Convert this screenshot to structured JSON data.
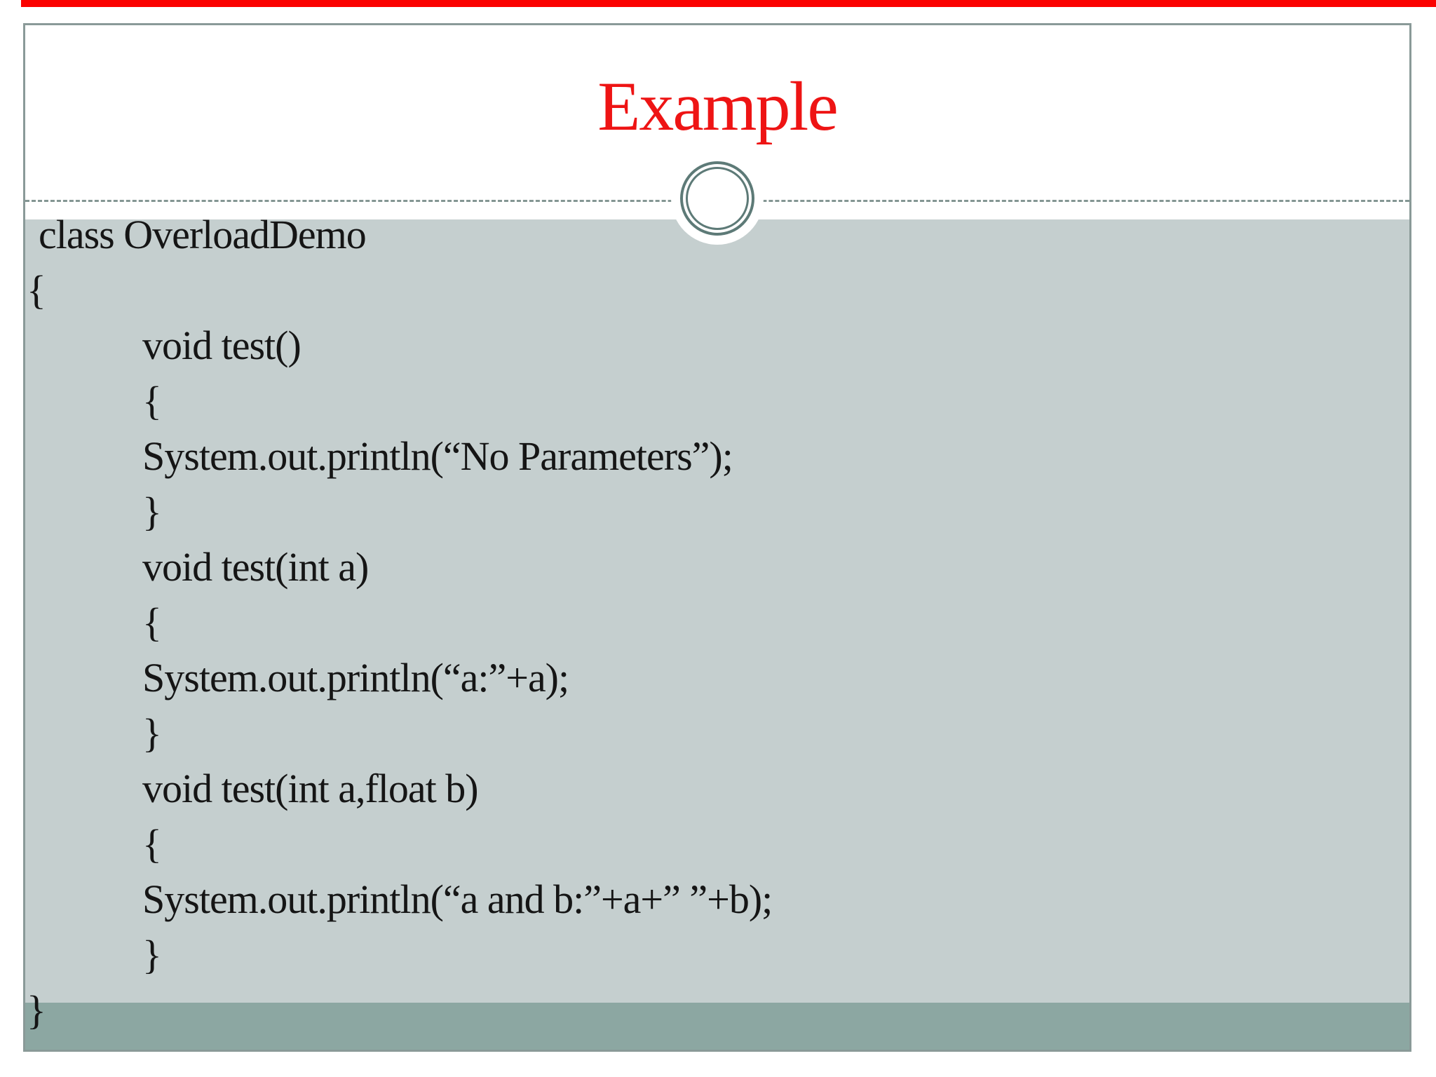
{
  "slide": {
    "title": "Example",
    "code_lines": [
      {
        "text": "class OverloadDemo",
        "indent": "outer-text"
      },
      {
        "text": "{",
        "indent": "outer"
      },
      {
        "text": "void test()",
        "indent": "inner"
      },
      {
        "text": "{",
        "indent": "inner"
      },
      {
        "text": "System.out.println(“No Parameters”);",
        "indent": "inner"
      },
      {
        "text": "}",
        "indent": "inner"
      },
      {
        "text": "void test(int a)",
        "indent": "inner"
      },
      {
        "text": "{",
        "indent": "inner"
      },
      {
        "text": "System.out.println(“a:”+a);",
        "indent": "inner"
      },
      {
        "text": "}",
        "indent": "inner"
      },
      {
        "text": "void test(int a,float b)",
        "indent": "inner"
      },
      {
        "text": "{",
        "indent": "inner"
      },
      {
        "text": "System.out.println(“a and b:”+a+” ”+b);",
        "indent": "inner"
      },
      {
        "text": "}",
        "indent": "inner"
      },
      {
        "text": "}",
        "indent": "outer"
      }
    ],
    "colors": {
      "title_red": "#ee1414",
      "top_strip_red": "#fb0200",
      "content_bg": "#c5cfcf",
      "footer_bar": "#8ca7a2",
      "slide_border": "#8a9a98",
      "ornament_ring": "#5d7a77",
      "divider_dash": "#849693",
      "code_text": "#151515"
    }
  }
}
